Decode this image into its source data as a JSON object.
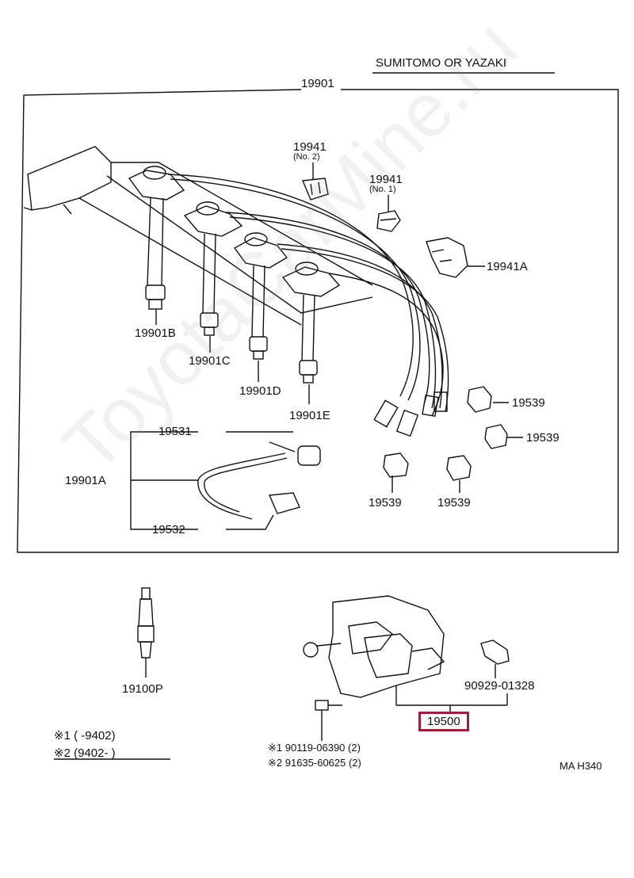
{
  "header": {
    "supplier_note": "SUMITOMO OR YAZAKI",
    "group_number": "19901"
  },
  "parts": {
    "p19941_no2": {
      "number": "19941",
      "sub": "(No. 2)"
    },
    "p19941_no1": {
      "number": "19941",
      "sub": "(No. 1)"
    },
    "p19941A": "19941A",
    "p19901B": "19901B",
    "p19901C": "19901C",
    "p19901D": "19901D",
    "p19901E": "19901E",
    "p19539_a": "19539",
    "p19539_b": "19539",
    "p19539_c": "19539",
    "p19539_d": "19539",
    "p19531": "19531",
    "p19901A": "19901A",
    "p19532": "19532",
    "p19100P": "19100P",
    "p90929": "90929-01328",
    "p19500": "19500",
    "p90119": "※1 90119-06390 (2)",
    "p91635": "※2 91635-60625 (2)"
  },
  "notes": {
    "note1": "※1 (        -9402)",
    "note2": "※2 (9402-         )"
  },
  "footer": {
    "code": "MA H340"
  },
  "watermark": "ToyotaCarMine.ru",
  "colors": {
    "highlight": "#a0203c",
    "line": "#111111"
  }
}
